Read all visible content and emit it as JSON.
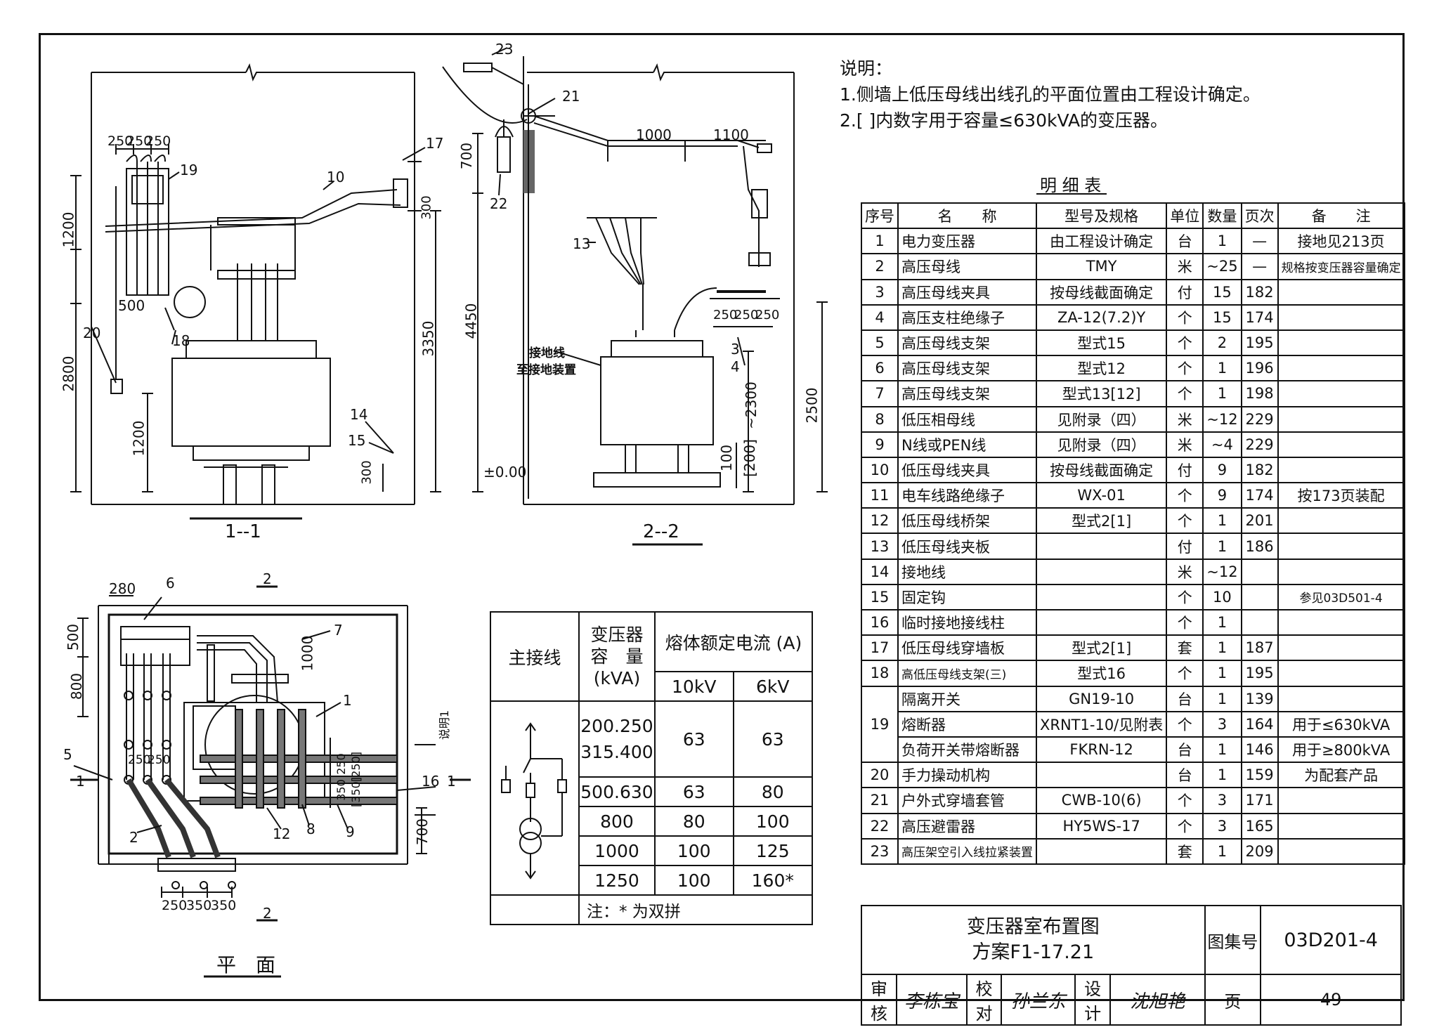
{
  "notes": {
    "heading": "说明：",
    "items": [
      "1.侧墙上低压母线出线孔的平面位置由工程设计确定。",
      "2.[ ]内数字用于容量≤630kVA的变压器。"
    ]
  },
  "parts_table": {
    "title": "明 细 表",
    "headers": [
      "序号",
      "名　　称",
      "型号及规格",
      "单位",
      "数量",
      "页次",
      "备　　注"
    ],
    "rows": [
      {
        "no": "1",
        "name": "电力变压器",
        "spec": "由工程设计确定",
        "unit": "台",
        "qty": "1",
        "page": "—",
        "remark": "接地见213页"
      },
      {
        "no": "2",
        "name": "高压母线",
        "spec": "TMY",
        "unit": "米",
        "qty": "~25",
        "page": "—",
        "remark": "规格按变压器容量确定"
      },
      {
        "no": "3",
        "name": "高压母线夹具",
        "spec": "按母线截面确定",
        "unit": "付",
        "qty": "15",
        "page": "182",
        "remark": ""
      },
      {
        "no": "4",
        "name": "高压支柱绝缘子",
        "spec": "ZA-12(7.2)Y",
        "unit": "个",
        "qty": "15",
        "page": "174",
        "remark": ""
      },
      {
        "no": "5",
        "name": "高压母线支架",
        "spec": "型式15",
        "unit": "个",
        "qty": "2",
        "page": "195",
        "remark": ""
      },
      {
        "no": "6",
        "name": "高压母线支架",
        "spec": "型式12",
        "unit": "个",
        "qty": "1",
        "page": "196",
        "remark": ""
      },
      {
        "no": "7",
        "name": "高压母线支架",
        "spec": "型式13[12]",
        "unit": "个",
        "qty": "1",
        "page": "198",
        "remark": ""
      },
      {
        "no": "8",
        "name": "低压相母线",
        "spec": "见附录（四）",
        "unit": "米",
        "qty": "~12",
        "page": "229",
        "remark": ""
      },
      {
        "no": "9",
        "name": "N线或PEN线",
        "spec": "见附录（四）",
        "unit": "米",
        "qty": "~4",
        "page": "229",
        "remark": ""
      },
      {
        "no": "10",
        "name": "低压母线夹具",
        "spec": "按母线截面确定",
        "unit": "付",
        "qty": "9",
        "page": "182",
        "remark": ""
      },
      {
        "no": "11",
        "name": "电车线路绝缘子",
        "spec": "WX-01",
        "unit": "个",
        "qty": "9",
        "page": "174",
        "remark": "按173页装配"
      },
      {
        "no": "12",
        "name": "低压母线桥架",
        "spec": "型式2[1]",
        "unit": "个",
        "qty": "1",
        "page": "201",
        "remark": ""
      },
      {
        "no": "13",
        "name": "低压母线夹板",
        "spec": "",
        "unit": "付",
        "qty": "1",
        "page": "186",
        "remark": ""
      },
      {
        "no": "14",
        "name": "接地线",
        "spec": "",
        "unit": "米",
        "qty": "~12",
        "page": "",
        "remark": ""
      },
      {
        "no": "15",
        "name": "固定钩",
        "spec": "",
        "unit": "个",
        "qty": "10",
        "page": "",
        "remark": "参见03D501-4"
      },
      {
        "no": "16",
        "name": "临时接地接线柱",
        "spec": "",
        "unit": "个",
        "qty": "1",
        "page": "",
        "remark": ""
      },
      {
        "no": "17",
        "name": "低压母线穿墙板",
        "spec": "型式2[1]",
        "unit": "套",
        "qty": "1",
        "page": "187",
        "remark": ""
      },
      {
        "no": "18",
        "name": "高低压母线支架(三)",
        "spec": "型式16",
        "unit": "个",
        "qty": "1",
        "page": "195",
        "remark": ""
      },
      {
        "no": "19",
        "name": "隔离开关",
        "spec": "GN19-10",
        "unit": "台",
        "qty": "1",
        "page": "139",
        "remark": ""
      },
      {
        "no": "",
        "name": "熔断器",
        "spec": "XRNT1-10/见附表",
        "unit": "个",
        "qty": "3",
        "page": "164",
        "remark": "用于≤630kVA"
      },
      {
        "no": "",
        "name": "负荷开关带熔断器",
        "spec": "FKRN-12",
        "unit": "台",
        "qty": "1",
        "page": "146",
        "remark": "用于≥800kVA"
      },
      {
        "no": "20",
        "name": "手力操动机构",
        "spec": "",
        "unit": "台",
        "qty": "1",
        "page": "159",
        "remark": "为配套产品"
      },
      {
        "no": "21",
        "name": "户外式穿墙套管",
        "spec": "CWB-10(6)",
        "unit": "个",
        "qty": "3",
        "page": "171",
        "remark": ""
      },
      {
        "no": "22",
        "name": "高压避雷器",
        "spec": "HY5WS-17",
        "unit": "个",
        "qty": "3",
        "page": "165",
        "remark": ""
      },
      {
        "no": "23",
        "name": "高压架空引入线拉紧装置",
        "spec": "",
        "unit": "套",
        "qty": "1",
        "page": "209",
        "remark": ""
      }
    ]
  },
  "fuse_table": {
    "main_wiring_label": "主接线",
    "capacity_header": [
      "变压器",
      "容　量",
      "(kVA)"
    ],
    "current_header": "熔体额定电流 (A)",
    "col_10kv": "10kV",
    "col_6kv": "6kV",
    "rows": [
      {
        "kva": [
          "200.250",
          "315.400"
        ],
        "a10": "63",
        "a6": "63"
      },
      {
        "kva": [
          "500.630"
        ],
        "a10": "63",
        "a6": "80"
      },
      {
        "kva": [
          "800"
        ],
        "a10": "80",
        "a6": "100"
      },
      {
        "kva": [
          "1000"
        ],
        "a10": "100",
        "a6": "125"
      },
      {
        "kva": [
          "1250"
        ],
        "a10": "100",
        "a6": "160*"
      }
    ],
    "note": "注：* 为双拼"
  },
  "title_block": {
    "drawing_title": "变压器室布置图",
    "scheme": "方案F1-17.21",
    "atlas_label": "图集号",
    "atlas_no": "03D201-4",
    "review_label": "审核",
    "check_label": "校对",
    "design_label": "设计",
    "page_label": "页",
    "page_no": "49",
    "sig_review": "李栋宝",
    "sig_check": "孙兰东",
    "sig_design": "沈旭艳"
  },
  "views": {
    "section_1": {
      "caption": "1--1",
      "dims": [
        "250",
        "250",
        "250",
        "1200",
        "500",
        "2800",
        "1200",
        "3350",
        "300",
        "300"
      ],
      "callouts": [
        "19",
        "10",
        "17",
        "20",
        "18",
        "14",
        "15"
      ]
    },
    "section_2": {
      "caption": "2--2",
      "dims": [
        "700",
        "1000",
        "1100",
        "4450",
        "250",
        "250",
        "250",
        "~2300",
        "2500",
        "100",
        "[200]",
        "±0.00"
      ],
      "callouts": [
        "23",
        "21",
        "22",
        "13",
        "3",
        "4"
      ],
      "ground_text": [
        "接地线",
        "至接地装置"
      ]
    },
    "plan": {
      "caption": "平　面",
      "dims": [
        "280",
        "500",
        "800",
        "1000",
        "250",
        "250",
        "250",
        "350",
        "[250]",
        "[350]",
        "700",
        "250",
        "350",
        "350"
      ],
      "callouts": [
        "6",
        "7",
        "1",
        "5",
        "16",
        "2",
        "12",
        "8",
        "9"
      ],
      "section_marks": [
        "2",
        "1",
        "1",
        "2"
      ],
      "side_note": "说明1"
    }
  }
}
